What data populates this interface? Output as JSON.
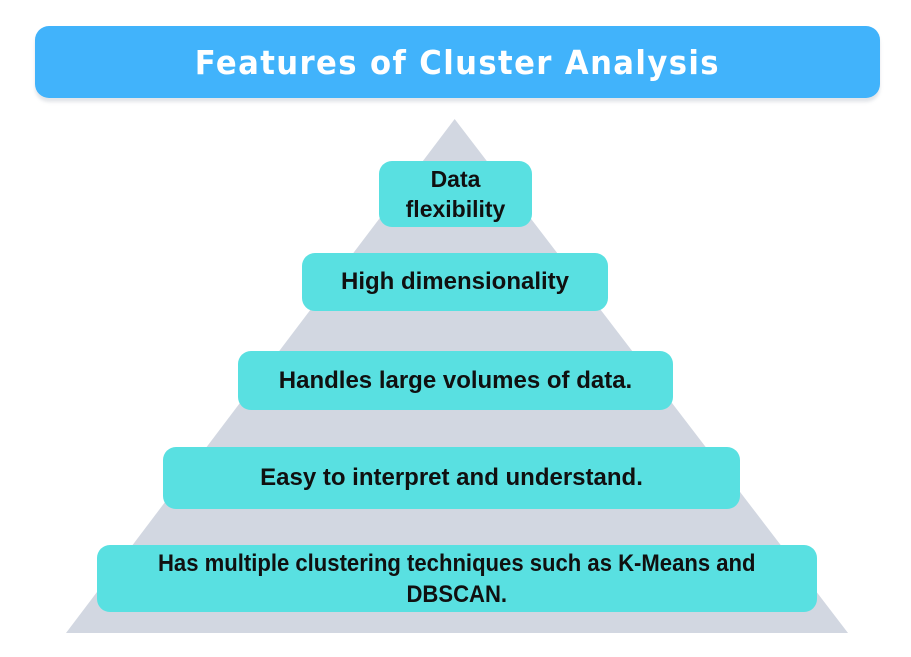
{
  "title": "Features of Cluster Analysis",
  "colors": {
    "header_bg": "#41B3FB",
    "title_text": "#FFFFFF",
    "pyramid_fill": "#D2D7E1",
    "level_bg": "#59E0E1",
    "level_text": "#101010",
    "page_bg": "#FFFFFF"
  },
  "pyramid": {
    "levels": [
      {
        "label": "Data\nflexibility"
      },
      {
        "label": "High dimensionality"
      },
      {
        "label": "Handles large volumes of data."
      },
      {
        "label": "Easy to interpret and understand."
      },
      {
        "label": "Has multiple clustering techniques such as K-Means and\nDBSCAN."
      }
    ]
  }
}
